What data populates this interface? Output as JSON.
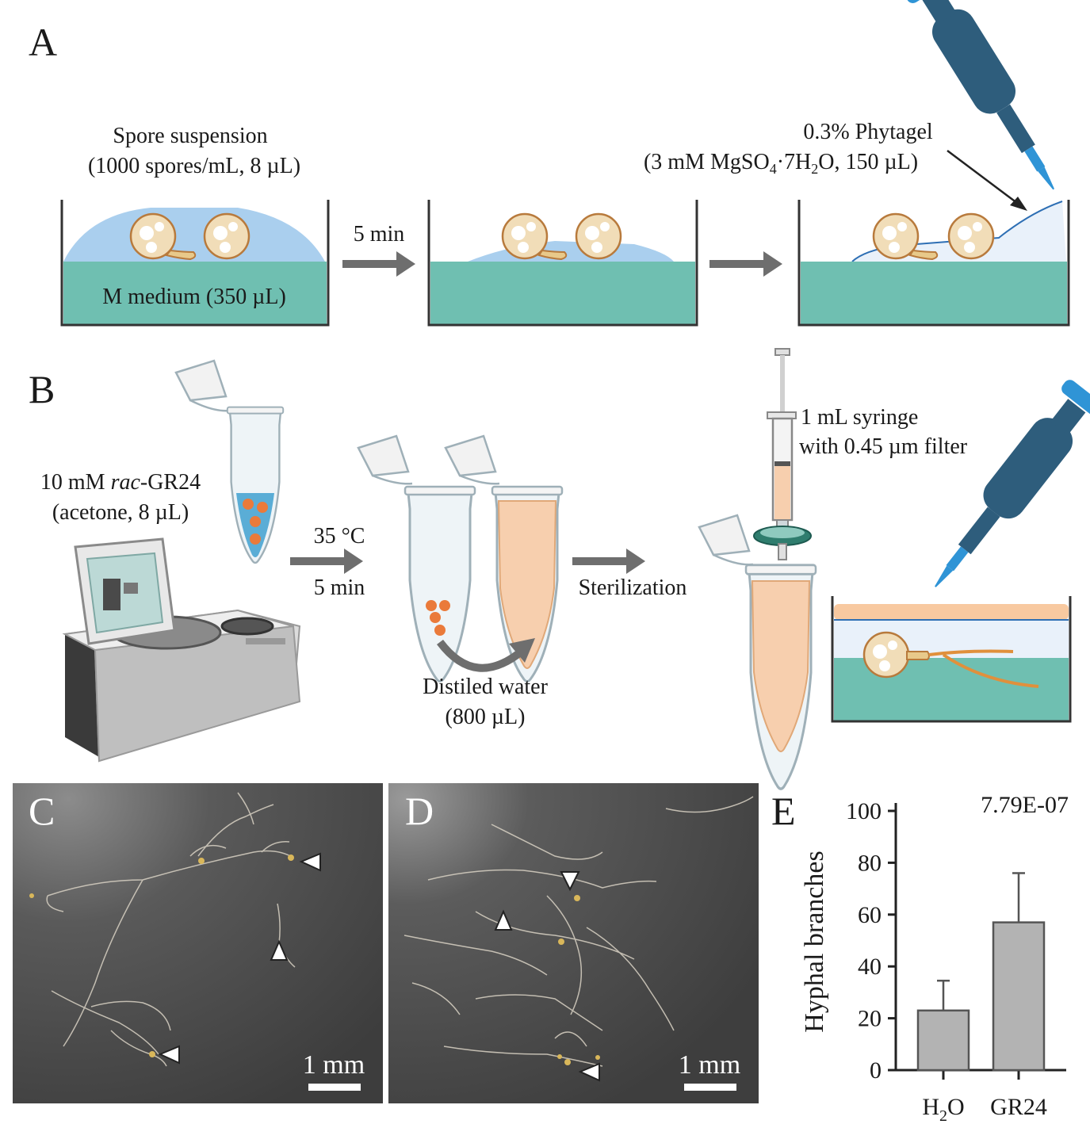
{
  "panels": {
    "A": {
      "letter": "A",
      "spore_suspension_line1": "Spore suspension",
      "spore_suspension_line2": "(1000 spores/mL, 8 µL)",
      "medium_label": "M medium (350 µL)",
      "step_time": "5 min",
      "phytagel_line1": "0.3% Phytagel",
      "phytagel_line2_pre": "(3 mM MgSO",
      "phytagel_sub4": "4",
      "phytagel_mid": "·7H",
      "phytagel_sub2": "2",
      "phytagel_post": "O, 150 µL)"
    },
    "B": {
      "letter": "B",
      "gr24_pre": "10 mM ",
      "gr24_italic": "rac",
      "gr24_post": "-GR24",
      "gr24_line2": "(acetone, 8 µL)",
      "temp": "35 °C",
      "time": "5 min",
      "water_line1": "Distiled water",
      "water_line2": "(800 µL)",
      "sterilization": "Sterilization",
      "syringe_line1": "1 mL syringe",
      "syringe_line2": "with 0.45 µm filter"
    },
    "C": {
      "letter": "C",
      "scale": "1 mm"
    },
    "D": {
      "letter": "D",
      "scale": "1 mm"
    },
    "E": {
      "letter": "E",
      "pvalue": "7.79E-07"
    }
  },
  "colors": {
    "medium": "#6fbfb1",
    "spore_drop": "#aacfee",
    "spore_fill": "#f1ddb8",
    "spore_edge": "#b87a3c",
    "pipette": "#2e5d7c",
    "pipette_tip": "#2f94d6",
    "gr24_dots": "#ea7a3a",
    "tube_liquid": "#f7cfae",
    "bar": "#b3b3b3",
    "photo_bg": "#4a4a4a"
  },
  "chart_data": {
    "type": "bar",
    "categories": [
      "H2O",
      "GR24"
    ],
    "values": [
      23,
      57
    ],
    "errors": [
      11.5,
      19
    ],
    "ylabel": "Hyphal branches",
    "ylim": [
      0,
      100
    ],
    "yticks": [
      0,
      20,
      40,
      60,
      80,
      100
    ],
    "annotation": "7.79E-07",
    "grid": false
  }
}
